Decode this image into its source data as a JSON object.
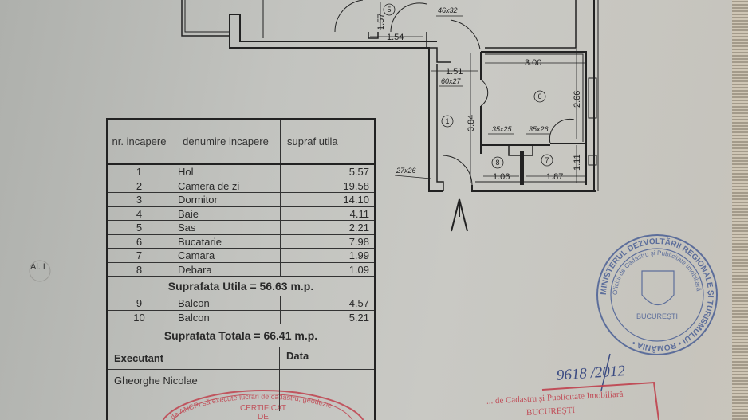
{
  "table": {
    "headers": {
      "nr": "nr. incapere",
      "name": "denumire incapere",
      "area": "supraf utila"
    },
    "rooms": [
      {
        "nr": "1",
        "name": "Hol",
        "area": "5.57"
      },
      {
        "nr": "2",
        "name": "Camera de zi",
        "area": "19.58"
      },
      {
        "nr": "3",
        "name": "Dormitor",
        "area": "14.10"
      },
      {
        "nr": "4",
        "name": "Baie",
        "area": "4.11"
      },
      {
        "nr": "5",
        "name": "Sas",
        "area": "2.21"
      },
      {
        "nr": "6",
        "name": "Bucatarie",
        "area": "7.98"
      },
      {
        "nr": "7",
        "name": "Camara",
        "area": "1.99"
      },
      {
        "nr": "8",
        "name": "Debara",
        "area": "1.09"
      }
    ],
    "suprafata_utila": "Suprafata Utila  =  56.63 m.p.",
    "balconies": [
      {
        "nr": "9",
        "name": "Balcon",
        "area": "4.57"
      },
      {
        "nr": "10",
        "name": "Balcon",
        "area": "5.21"
      }
    ],
    "suprafata_totala": "Suprafata Totala = 66.41 m.p.",
    "executant_label": "Executant",
    "data_label": "Data",
    "executant_name": "Gheorghe Nicolae"
  },
  "plan": {
    "dims": {
      "d157": "1.57",
      "d154": "1.54",
      "d151": "1.51",
      "d384": "3.84",
      "d300": "3.00",
      "d266": "2.66",
      "d106": "1.06",
      "d187": "1.87",
      "d111": "1.11"
    },
    "openings": {
      "o1": "46x32",
      "o2": "60x27",
      "o3": "35x25",
      "o4": "35x26",
      "o5": "27x26"
    },
    "room_numbers": {
      "r1": "1",
      "r5": "5",
      "r6": "6",
      "r7": "7",
      "r8": "8"
    },
    "margin_mark": "Al. L"
  },
  "stamps": {
    "ministry": {
      "outer": "MINISTERUL DEZVOLTĂRII REGIONALE ŞI TURISMULUI • ROMÂNIA •",
      "inner": "Oficiul de Cadastru şi Publicitate Imobiliară",
      "city": "BUCUREŞTI"
    },
    "registration_number": "9618 /2012",
    "ocpi": {
      "line1": "... de Cadastru şi Publicitate Imobiliară",
      "line2": "BUCUREŞTI"
    },
    "certificate": {
      "arc": "de ANCPI să execute lucrări de cadastru, geodezie",
      "line1": "CERTIFICAT",
      "line2": "DE"
    }
  },
  "colors": {
    "ink": "#222222",
    "stamp_blue": "#4a5f95",
    "stamp_red": "#c0424e",
    "paper": "#c4c4bf"
  }
}
